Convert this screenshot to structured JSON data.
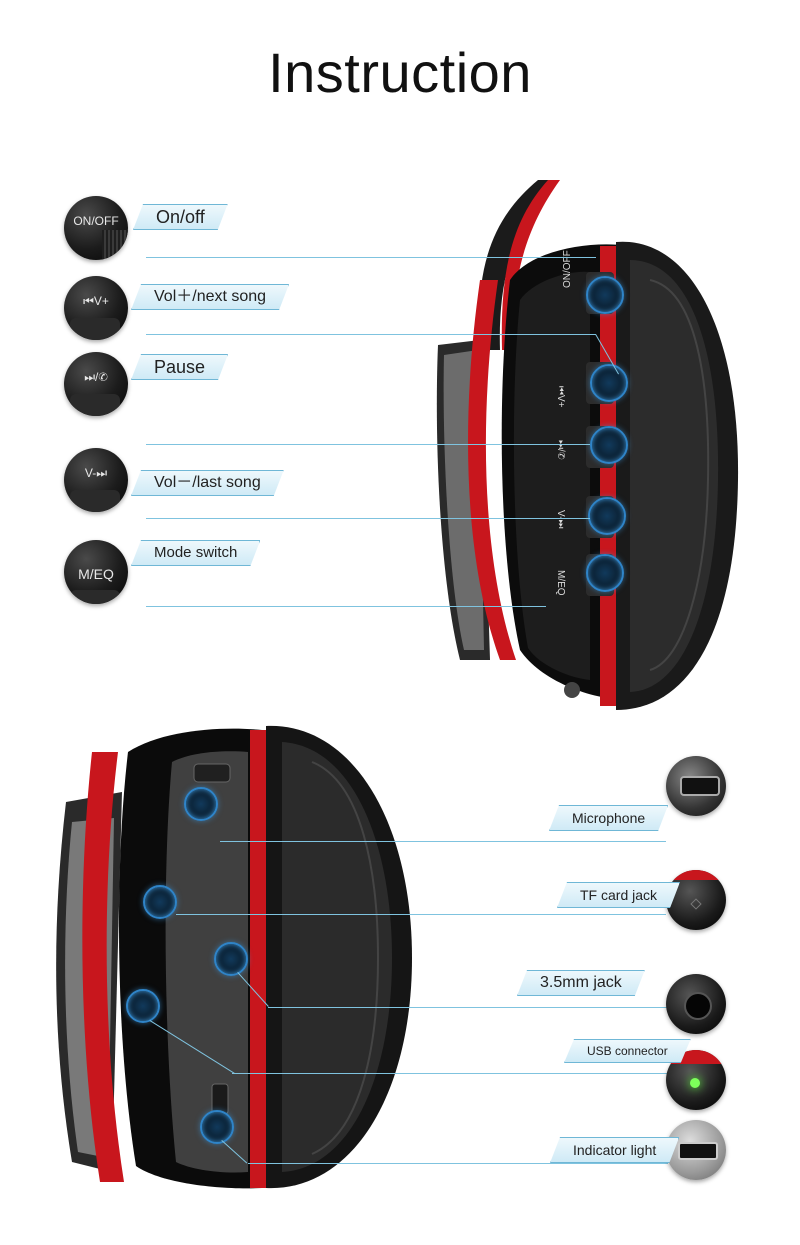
{
  "title": "Instruction",
  "buttons": [
    {
      "thumb_label": "ON/OFF",
      "tag": "On/off"
    },
    {
      "thumb_label": "⏮V+",
      "tag": "Vol＋/next song"
    },
    {
      "thumb_label": "⏭/✆",
      "tag": "Pause"
    },
    {
      "thumb_label": "V-⏭",
      "tag": "Vol－/last song"
    },
    {
      "thumb_label": "M/EQ",
      "tag": "Mode switch"
    }
  ],
  "side_labels": {
    "onoff": "ON/OFF",
    "volplus": "⏮V+",
    "pause": "⏭/✆",
    "volminus": "V-⏭",
    "meq": "M/EQ"
  },
  "ports": [
    {
      "tag": "Microphone"
    },
    {
      "tag": "TF card jack"
    },
    {
      "tag": "3.5mm jack"
    },
    {
      "tag": "USB connector"
    },
    {
      "tag": "Indicator light"
    }
  ],
  "colors": {
    "accent_red": "#c8161d",
    "callout_border": "#6fb7d6",
    "ring_blue": "#2f84c8"
  }
}
